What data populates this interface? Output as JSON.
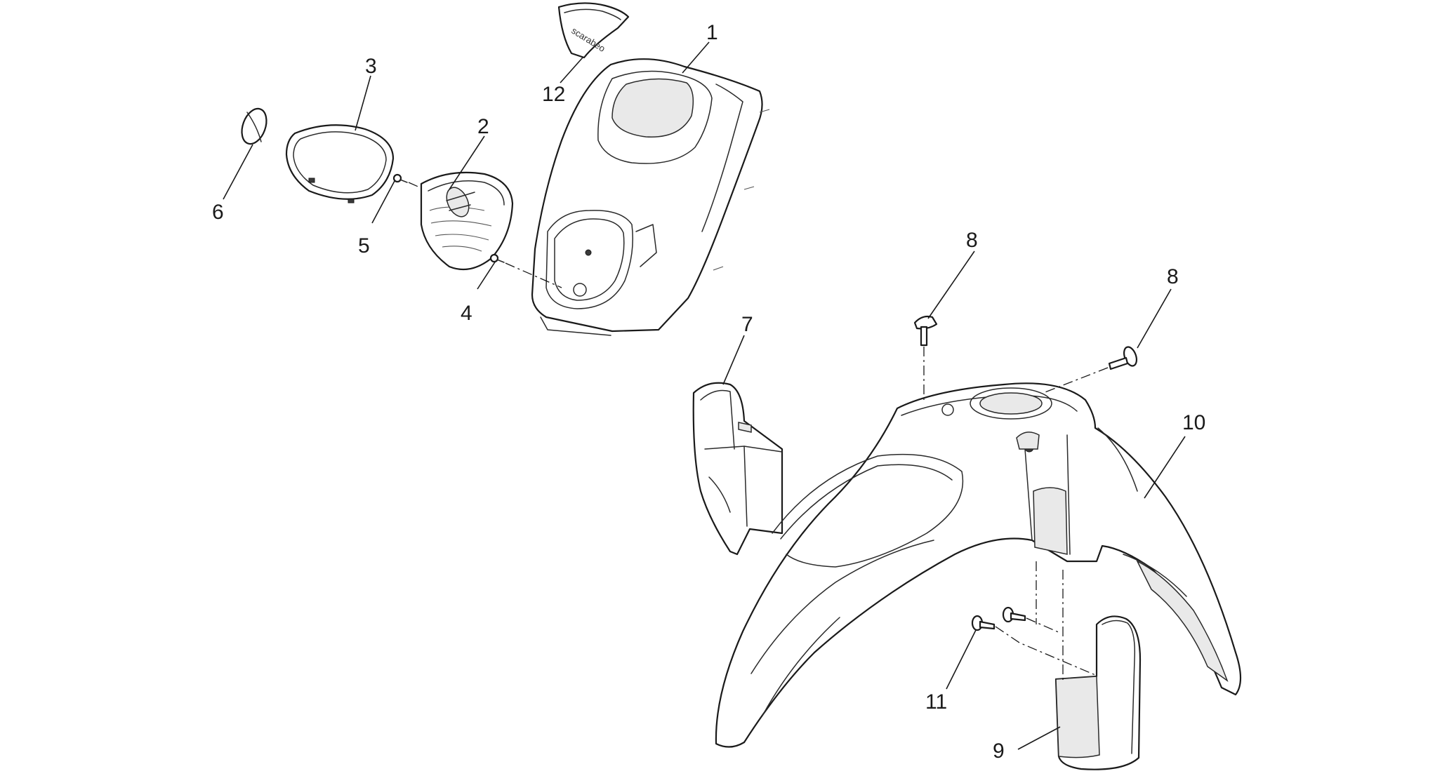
{
  "diagram": {
    "callouts": {
      "c1": "1",
      "c2": "2",
      "c3": "3",
      "c4": "4",
      "c5": "5",
      "c6": "6",
      "c7": "7",
      "c8a": "8",
      "c8b": "8",
      "c9": "9",
      "c10": "10",
      "c11": "11",
      "c12": "12"
    },
    "badge_lettering": "scarabeo"
  }
}
